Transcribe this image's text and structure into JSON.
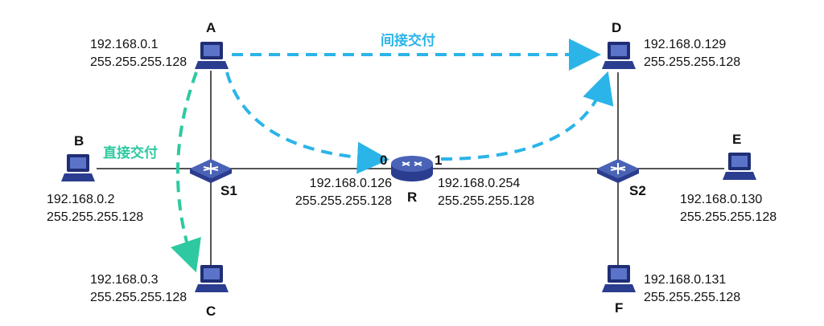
{
  "colors": {
    "indirect": "#2bb4e8",
    "direct": "#2ec9a1",
    "line": "#555555",
    "pc": "#2b3d8f",
    "router": "#4a63b6",
    "switch": "#4a63b6"
  },
  "annotations": {
    "indirect": "间接交付",
    "direct": "直接交付"
  },
  "hosts": {
    "A": {
      "name": "A",
      "ip": "192.168.0.1",
      "mask": "255.255.255.128"
    },
    "B": {
      "name": "B",
      "ip": "192.168.0.2",
      "mask": "255.255.255.128"
    },
    "C": {
      "name": "C",
      "ip": "192.168.0.3",
      "mask": "255.255.255.128"
    },
    "D": {
      "name": "D",
      "ip": "192.168.0.129",
      "mask": "255.255.255.128"
    },
    "E": {
      "name": "E",
      "ip": "192.168.0.130",
      "mask": "255.255.255.128"
    },
    "F": {
      "name": "F",
      "ip": "192.168.0.131",
      "mask": "255.255.255.128"
    }
  },
  "switches": {
    "S1": {
      "name": "S1",
      "icon": "switch-icon"
    },
    "S2": {
      "name": "S2",
      "icon": "switch-icon"
    }
  },
  "router": {
    "name": "R",
    "icon": "router-icon",
    "port0": {
      "id": "0",
      "ip": "192.168.0.126",
      "mask": "255.255.255.128"
    },
    "port1": {
      "id": "1",
      "ip": "192.168.0.254",
      "mask": "255.255.255.128"
    }
  }
}
